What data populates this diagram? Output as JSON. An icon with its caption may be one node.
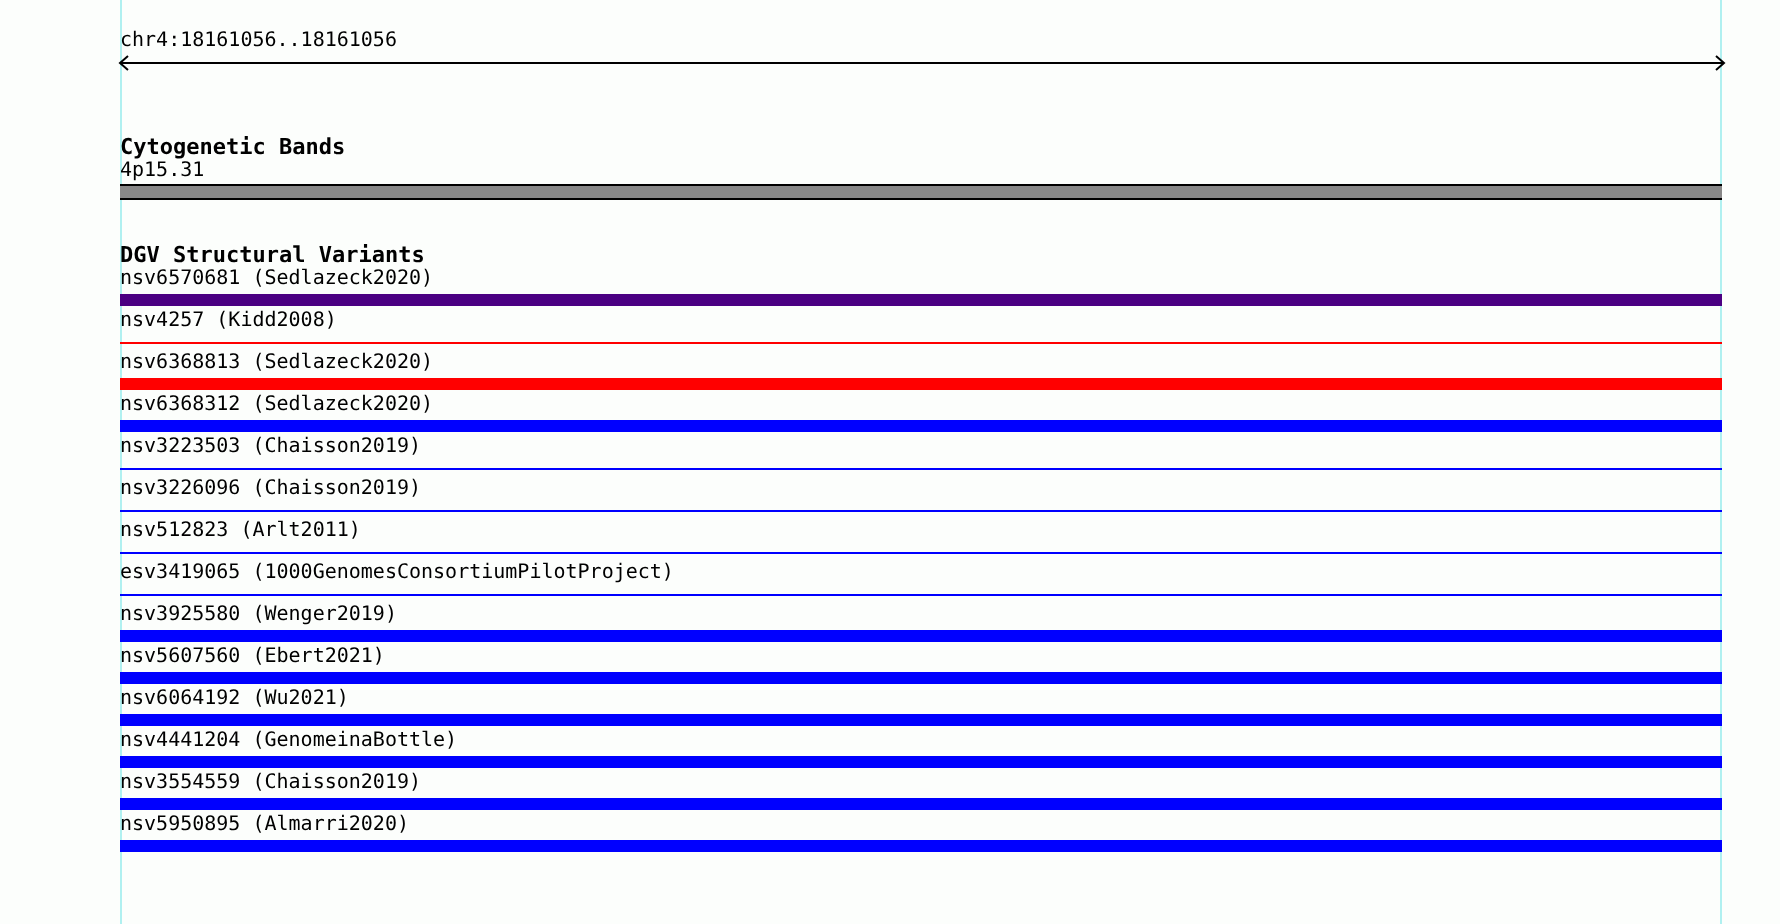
{
  "diagram": {
    "nodes": [
      {
        "text": [
          "4p15.31"
        ]
      },
      {
        "text": [
          "nsv6570681 (Sedlazeck2020)"
        ]
      },
      {
        "text": [
          "nsv4257 (Kidd2008)"
        ]
      },
      {
        "text": [
          "nsv6368813 (Sedlazeck2020)"
        ]
      },
      {
        "text": [
          "nsv6368312 (Sedlazeck2020)"
        ]
      },
      {
        "text": [
          "nsv3223503 (Chaisson2019)"
        ]
      },
      {
        "text": [
          "nsv3226096 (Chaisson2019)"
        ]
      },
      {
        "text": [
          "nsv512823 (Arlt2011)"
        ]
      },
      {
        "text": [
          "esv3419065 (1000GenomesConsortiumPilotProject)"
        ]
      },
      {
        "text": [
          "nsv3925580 (Wenger2019)"
        ]
      },
      {
        "text": [
          "nsv5607560 (Ebert2021)"
        ]
      },
      {
        "text": [
          "nsv6064192 (Wu2021)"
        ]
      },
      {
        "text": [
          "nsv4441204 (GenomeinaBottle)"
        ]
      },
      {
        "text": [
          "nsv3554559 (Chaisson2019)"
        ]
      },
      {
        "text": [
          "nsv5950895 (Almarri2020)"
        ]
      }
    ],
    "labels": [
      "chr4:18161056..18161056",
      "Cytogenetic Bands",
      "DGV Structural Variants"
    ]
  }
}
